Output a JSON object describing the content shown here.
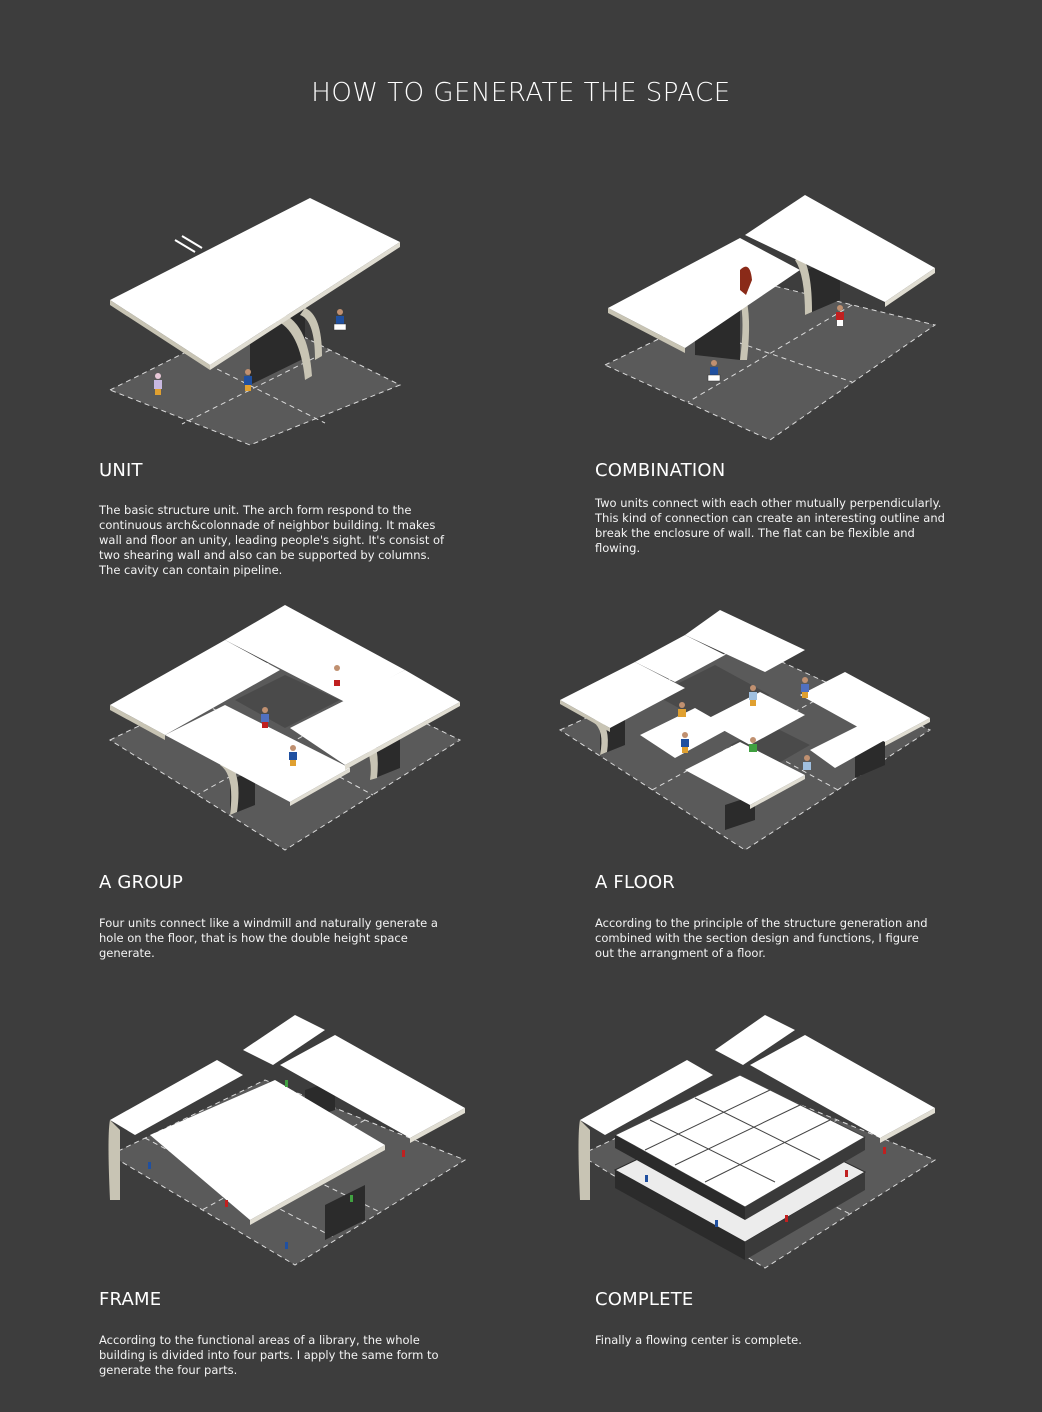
{
  "title": "HOW TO GENERATE THE SPACE",
  "colors": {
    "background": "#3d3d3d",
    "floor": "#5a5a5a",
    "slab": "#ffffff",
    "wall": "#c8c4b4",
    "shadow": "#2b2b2b"
  },
  "sections": [
    {
      "heading": "UNIT",
      "text": "The basic structure unit. The arch form respond to the continuous arch&colonnade of neighbor building. It makes wall and floor an unity, leading people's sight. It's consist of two shearing wall and also can be supported by columns.  The cavity can contain pipeline."
    },
    {
      "heading": "COMBINATION",
      "text": "Two units connect with each other mutually perpendicularly. This kind of connection can create an interesting outline and break the enclosure of wall. The flat can be flexible and flowing."
    },
    {
      "heading": "A GROUP",
      "text": "Four units connect like a windmill and naturally generate a hole on the floor, that is how the double height space generate."
    },
    {
      "heading": "A FLOOR",
      "text": "According to the principle of the structure generation and combined with the section design and functions,  I figure out  the arrangment of a floor."
    },
    {
      "heading": "FRAME",
      "text": "According to the functional areas of a library, the whole building is divided into four parts. I apply the same form to generate the four parts."
    },
    {
      "heading": "COMPLETE",
      "text": "Finally a flowing center is complete."
    }
  ]
}
